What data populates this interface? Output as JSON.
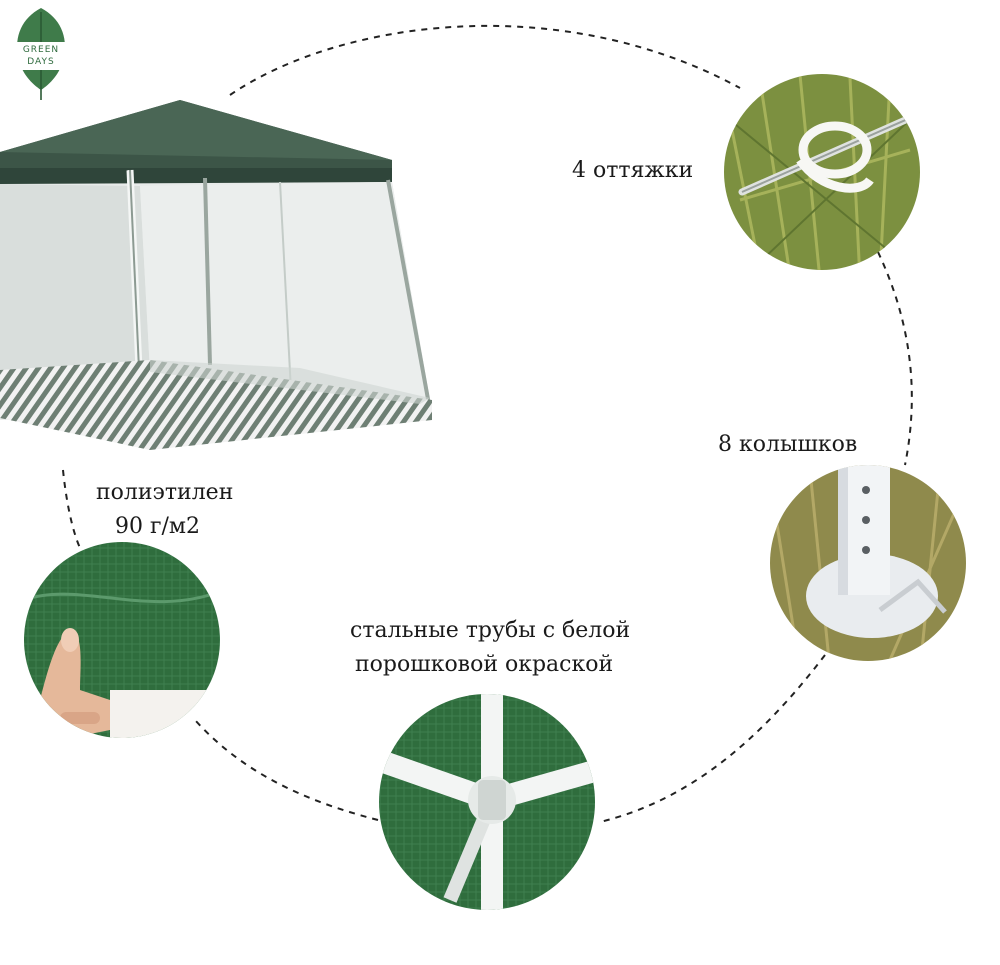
{
  "logo": {
    "line1": "GREEN",
    "line2": "DAYS"
  },
  "features": {
    "guy_lines": "4 оттяжки",
    "pegs": "8 колышков",
    "material_line1": "полиэтилен",
    "material_line2": "90 г/м2",
    "frame_line1": "стальные трубы с белой",
    "frame_line2": "порошковой окраской"
  },
  "colors": {
    "tent_green": "#3f5a49",
    "fabric_green": "#2e6b3c",
    "grass": "#7c9040",
    "frame_white": "#f0f2f0"
  }
}
